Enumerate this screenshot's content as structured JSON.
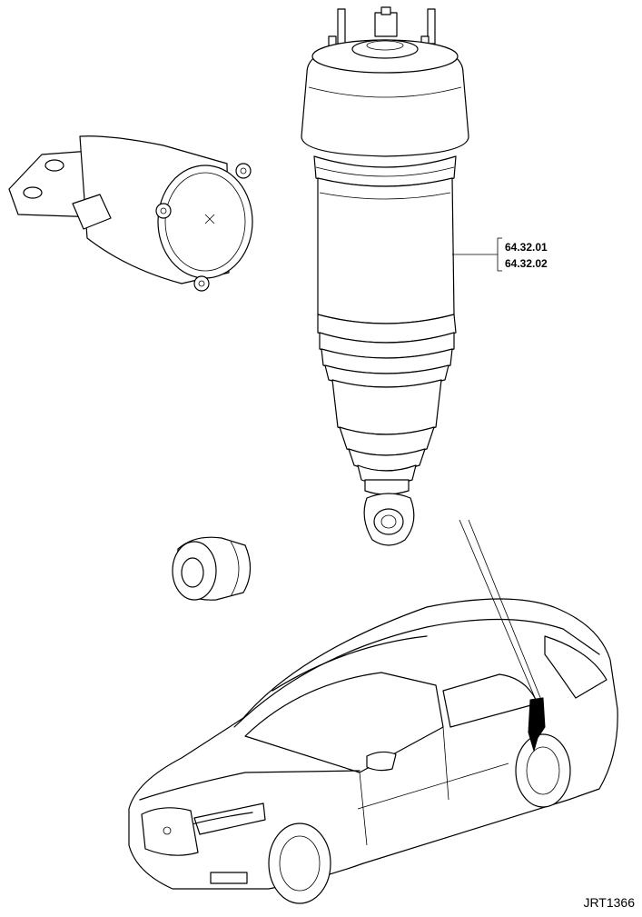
{
  "callout": {
    "part_numbers": [
      "64.32.01",
      "64.32.02"
    ]
  },
  "figure_ref": "JRT1366",
  "colors": {
    "line": "#000000",
    "background": "#ffffff"
  }
}
